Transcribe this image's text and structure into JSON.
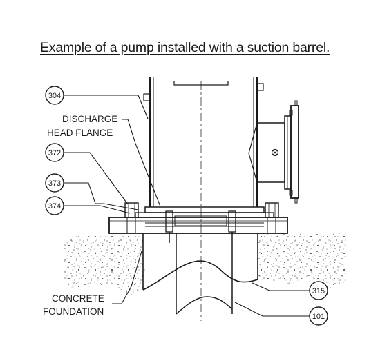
{
  "title": "Example of a pump installed with a suction barrel.",
  "labels": {
    "discharge_line1": "DISCHARGE",
    "discharge_line2": "HEAD FLANGE",
    "concrete_line1": "CONCRETE",
    "concrete_line2": "FOUNDATION"
  },
  "callouts": {
    "c304": "304",
    "c372": "372",
    "c373": "373",
    "c374": "374",
    "c315": "315",
    "c101": "101"
  },
  "colors": {
    "ink": "#1a1a1a",
    "background": "#ffffff"
  }
}
